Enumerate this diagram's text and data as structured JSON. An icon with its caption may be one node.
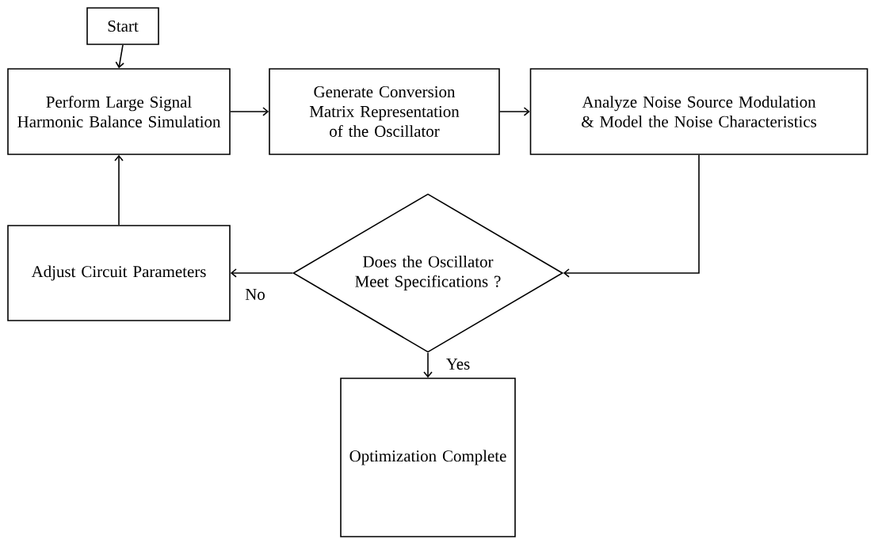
{
  "diagram": {
    "nodes": [
      {
        "text": [
          "Start"
        ]
      },
      {
        "text": [
          "Perform Large Signal Harmonic Balance Simulation"
        ]
      },
      {
        "text": [
          "Generate Conversion Matrix Representation of the Oscillator"
        ]
      },
      {
        "text": [
          "Analyze Noise Source Modulation & Model the Noise Characteristics"
        ]
      },
      {
        "text": [
          "Adjust Circuit Parameters"
        ]
      },
      {
        "text": [
          "Does the Oscillator Meet Specifications ?"
        ]
      },
      {
        "text": [
          "Optimization Complete"
        ]
      }
    ],
    "edges": [
      {
        "from": 0,
        "to": 1,
        "arrow": "to"
      },
      {
        "from": 1,
        "to": 2,
        "arrow": "to"
      },
      {
        "from": 2,
        "to": 3,
        "arrow": "to"
      },
      {
        "from": 3,
        "to": 5,
        "arrow": "to"
      },
      {
        "from": 5,
        "to": 4,
        "arrow": "to",
        "label": "No"
      },
      {
        "from": 4,
        "to": 1,
        "arrow": "to"
      },
      {
        "from": 5,
        "to": 6,
        "arrow": "to",
        "label": "Yes"
      }
    ]
  }
}
